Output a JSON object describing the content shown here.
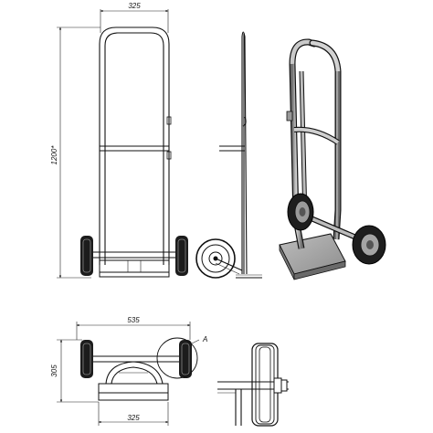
{
  "drawing": {
    "front_view": {
      "width_label": "325",
      "height_label": "1200*"
    },
    "plan_view": {
      "overall_width_label": "535",
      "depth_label": "305",
      "base_width_label": "325",
      "detail_callout": "A"
    },
    "colors": {
      "line": "#111111",
      "metal_light": "#c8c8c8",
      "metal_mid": "#8a8a8a",
      "tyre": "#222222"
    }
  }
}
